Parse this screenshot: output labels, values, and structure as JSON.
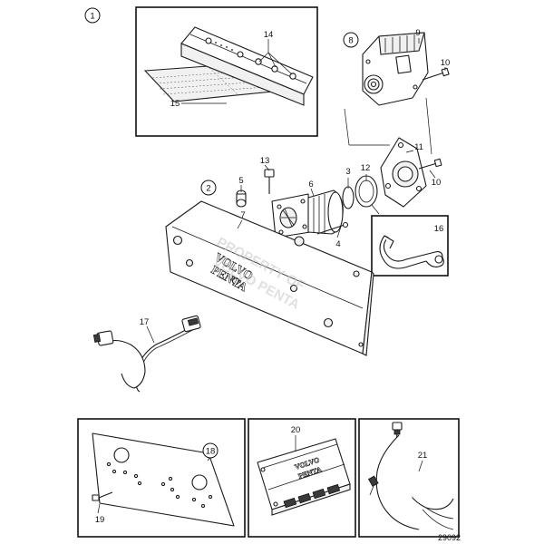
{
  "group_markers": [
    "1",
    "2",
    "8"
  ],
  "callouts": [
    "3",
    "4",
    "5",
    "6",
    "7",
    "9",
    "10",
    "10",
    "11",
    "12",
    "13",
    "14",
    "15",
    "16",
    "17",
    "18",
    "19",
    "20",
    "21"
  ],
  "brand_text": [
    "VOLVO",
    "PENTA"
  ],
  "watermark": [
    "PROPERTY OF",
    "VOLVO PENTA"
  ],
  "figure_number": "29092"
}
